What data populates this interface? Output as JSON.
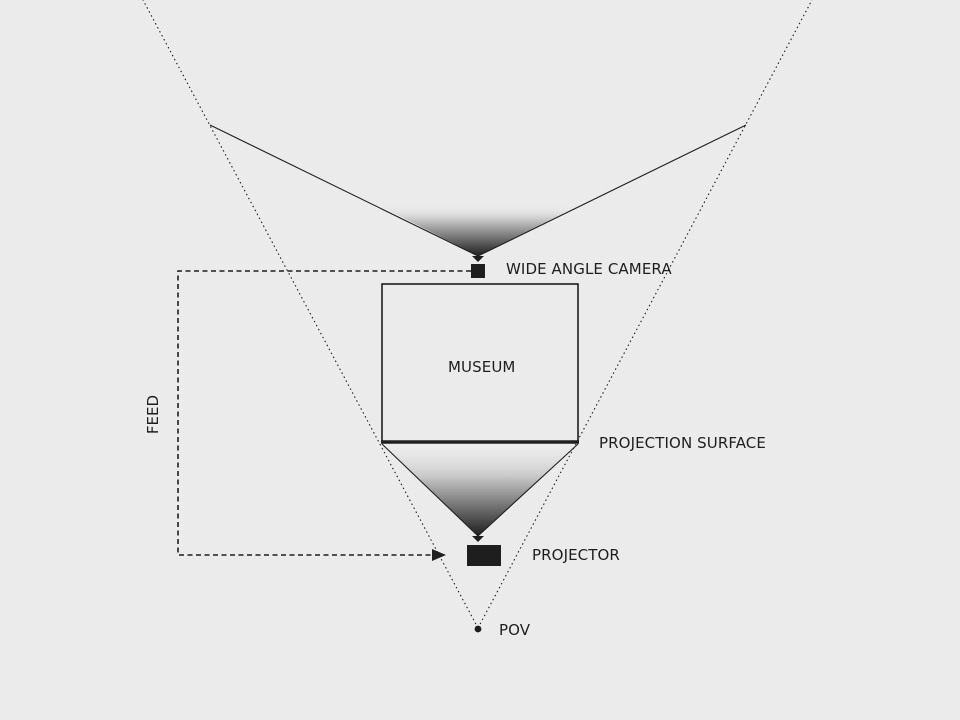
{
  "labels": {
    "camera": "WIDE ANGLE CAMERA",
    "museum": "MUSEUM",
    "surface": "PROJECTION SURFACE",
    "projector": "PROJECTOR",
    "pov": "POV",
    "feed": "FEED"
  },
  "colors": {
    "background": "#ebebeb",
    "ink": "#1e1e1e"
  }
}
